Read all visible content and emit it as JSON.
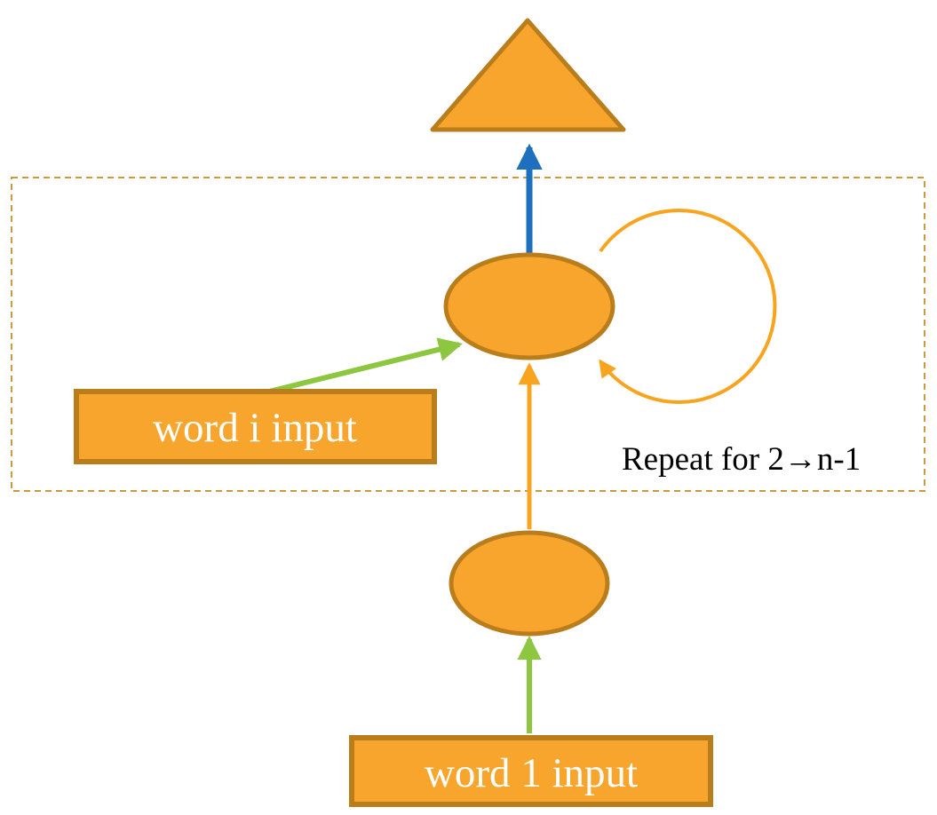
{
  "colors": {
    "canvas-bg": "#FFFFFF",
    "shape-fill": "#F7A52D",
    "shape-stroke": "#BA7D1C",
    "edge-green": "#8DC63F",
    "edge-blue": "#1E6FBE",
    "edge-orange": "#F9A41F",
    "dashed-border": "#CB9A3F",
    "label-text": "#FFFFFF",
    "note-text": "#000000"
  },
  "diagram": {
    "labels": {
      "word_i_input": "word i input",
      "word_1_input": "word 1 input",
      "repeat_note": "Repeat for 2→n-1"
    },
    "nodes": [
      {
        "id": "output-triangle",
        "shape": "triangle"
      },
      {
        "id": "hidden-node-upper",
        "shape": "ellipse"
      },
      {
        "id": "hidden-node-lower",
        "shape": "ellipse"
      },
      {
        "id": "word-i-input-box",
        "shape": "rectangle",
        "label": "word i input"
      },
      {
        "id": "word-1-input-box",
        "shape": "rectangle",
        "label": "word 1 input"
      }
    ],
    "edges": [
      {
        "from": "hidden-node-upper",
        "to": "output-triangle",
        "color": "blue"
      },
      {
        "from": "hidden-node-upper",
        "to": "hidden-node-upper",
        "color": "orange",
        "type": "self-loop"
      },
      {
        "from": "word-i-input-box",
        "to": "hidden-node-upper",
        "color": "green"
      },
      {
        "from": "hidden-node-lower",
        "to": "hidden-node-upper",
        "color": "orange"
      },
      {
        "from": "word-1-input-box",
        "to": "hidden-node-lower",
        "color": "green"
      }
    ],
    "repeat_region": {
      "note": "Repeat for 2→n-1",
      "style": "dashed-rectangle"
    }
  }
}
